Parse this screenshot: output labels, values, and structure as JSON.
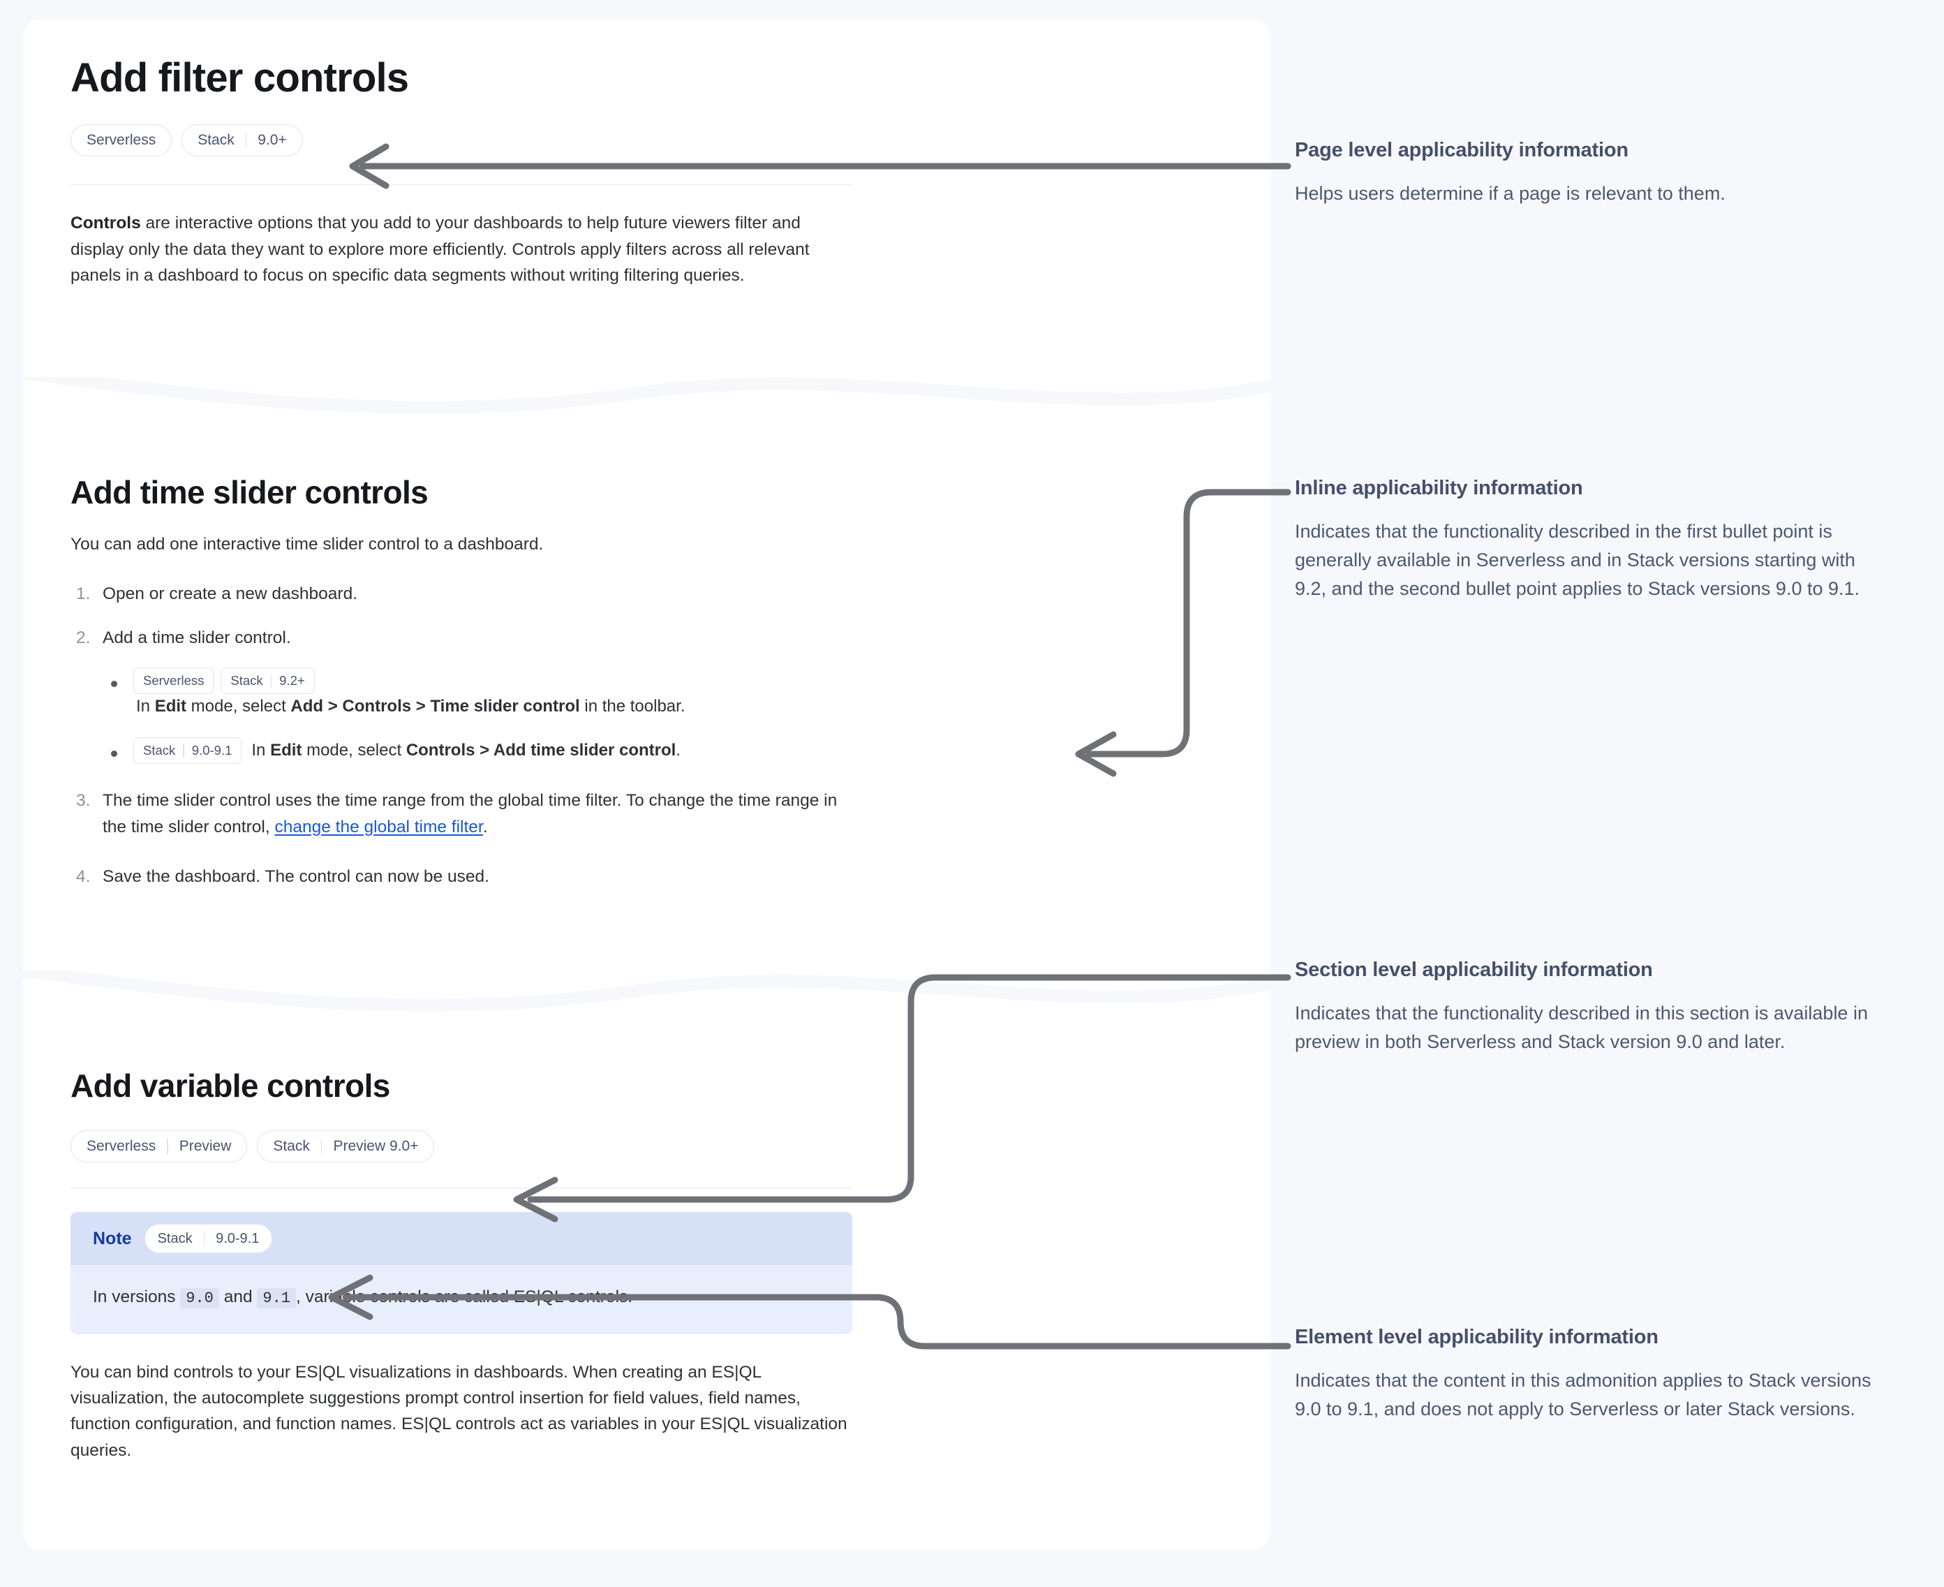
{
  "document": {
    "page_title": "Add filter controls",
    "page_badges": [
      {
        "segments": [
          "Serverless"
        ]
      },
      {
        "segments": [
          "Stack",
          "9.0+"
        ]
      }
    ],
    "intro_paragraph": {
      "lead": "Controls",
      "rest": " are interactive options that you add to your dashboards to help future viewers filter and display only the data they want to explore more efficiently. Controls apply filters across all relevant panels in a dashboard to focus on specific data segments without writing filtering queries."
    },
    "section_time_slider": {
      "heading": "Add time slider controls",
      "intro": "You can add one interactive time slider control to a dashboard.",
      "steps": [
        {
          "text": "Open or create a new dashboard."
        },
        {
          "text": "Add a time slider control."
        },
        {
          "text_before_link": "The time slider control uses the time range from the global time filter. To change the time range in the time slider control, ",
          "link_text": "change the global time filter",
          "text_after_link": "."
        },
        {
          "text": "Save the dashboard. The control can now be used."
        }
      ],
      "sub_bullets": [
        {
          "badges": [
            {
              "segments": [
                "Serverless"
              ]
            },
            {
              "segments": [
                "Stack",
                "9.2+"
              ]
            }
          ],
          "parts": [
            {
              "t": "In ",
              "bold": false
            },
            {
              "t": "Edit",
              "bold": true
            },
            {
              "t": " mode, select ",
              "bold": false
            },
            {
              "t": "Add > Controls > Time slider control",
              "bold": true
            },
            {
              "t": " in the toolbar.",
              "bold": false
            }
          ]
        },
        {
          "badges": [
            {
              "segments": [
                "Stack",
                "9.0-9.1"
              ]
            }
          ],
          "parts": [
            {
              "t": "In ",
              "bold": false
            },
            {
              "t": "Edit",
              "bold": true
            },
            {
              "t": " mode, select ",
              "bold": false
            },
            {
              "t": "Controls > Add time slider control",
              "bold": true
            },
            {
              "t": ".",
              "bold": false
            }
          ]
        }
      ]
    },
    "section_variable": {
      "heading": "Add variable controls",
      "badges": [
        {
          "segments": [
            "Serverless",
            "Preview"
          ]
        },
        {
          "segments": [
            "Stack",
            "Preview 9.0+"
          ]
        }
      ],
      "note": {
        "label": "Note",
        "badge": {
          "segments": [
            "Stack",
            "9.0-9.1"
          ]
        },
        "body_parts": [
          {
            "t": "In versions ",
            "code": false
          },
          {
            "t": "9.0",
            "code": true
          },
          {
            "t": " and ",
            "code": false
          },
          {
            "t": "9.1",
            "code": true
          },
          {
            "t": ", variable controls are called ES|QL controls.",
            "code": false
          }
        ]
      },
      "closing_paragraph": "You can bind controls to your ES|QL visualizations in dashboards. When creating an ES|QL visualization, the autocomplete suggestions prompt control insertion for field values, field names, function configuration, and function names. ES|QL controls act as variables in your ES|QL visualization queries."
    }
  },
  "annotations": [
    {
      "id": "page-level",
      "title": "Page level applicability information",
      "body": "Helps users determine if a page is relevant to them."
    },
    {
      "id": "inline-level",
      "title": "Inline applicability information",
      "body": "Indicates that the functionality described in the first bullet point is generally available in Serverless and in Stack versions starting with 9.2, and the second bullet point applies to Stack versions 9.0 to 9.1."
    },
    {
      "id": "section-level",
      "title": "Section level applicability information",
      "body": "Indicates that the functionality described in this section is available in preview in both Serverless and Stack version 9.0 and later."
    },
    {
      "id": "element-level",
      "title": "Element level applicability information",
      "body": "Indicates that the content in this admonition applies to Stack versions 9.0 to 9.1, and does not apply to Serverless or later Stack versions."
    }
  ],
  "colors": {
    "page_background": "#f7f8fc",
    "panel_background": "#ffffff",
    "connector": "#6f7176",
    "link": "#1a56db",
    "note_header": "#d6e1f8",
    "note_body": "#e8eefc",
    "note_label": "#17399e",
    "badge_text": "#4a5370",
    "annotation_title": "#44506a",
    "annotation_body": "#4c5870"
  }
}
